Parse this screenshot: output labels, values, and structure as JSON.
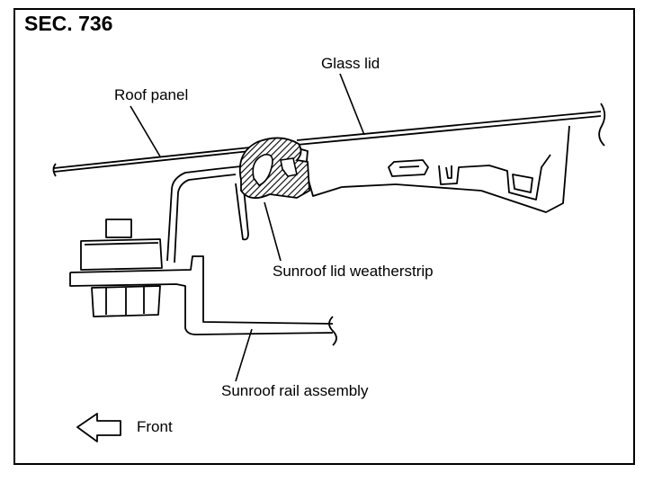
{
  "title": "SEC. 736",
  "labels": {
    "glass_lid": "Glass lid",
    "roof_panel": "Roof panel",
    "weatherstrip": "Sunroof lid weatherstrip",
    "rail_assembly": "Sunroof rail assembly",
    "front": "Front"
  },
  "colors": {
    "ink": "#000000",
    "background": "#ffffff"
  }
}
